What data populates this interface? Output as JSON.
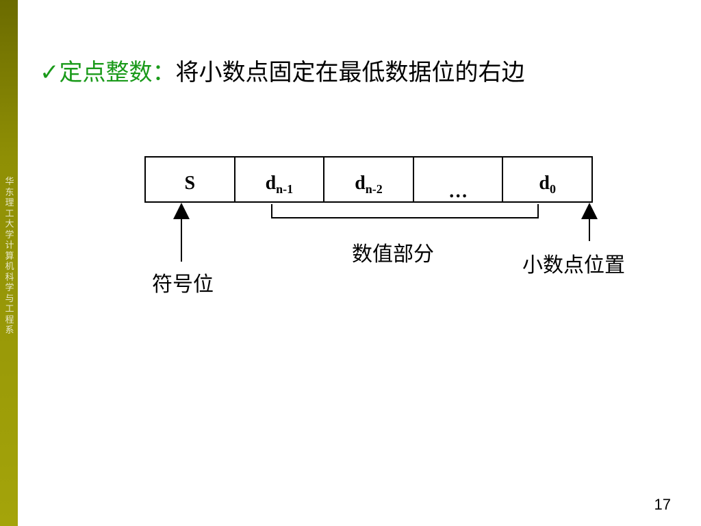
{
  "sidebar": {
    "text": "华东理工大学计算机科学与工程系"
  },
  "title": {
    "check": "✓",
    "green": "定点整数：",
    "black": "将小数点固定在最低数据位的右边"
  },
  "register": {
    "cells": [
      {
        "main": "S",
        "sub": ""
      },
      {
        "main": "d",
        "sub": "n-1"
      },
      {
        "main": "d",
        "sub": "n-2"
      },
      {
        "main": "…",
        "sub": ""
      },
      {
        "main": "d",
        "sub": "0"
      }
    ]
  },
  "labels": {
    "numeric_part": "数值部分",
    "sign_bit": "符号位",
    "radix_point": "小数点位置"
  },
  "page_number": "17",
  "colors": {
    "accent_green": "#1a9a1a",
    "sidebar": "#8f8f05"
  }
}
